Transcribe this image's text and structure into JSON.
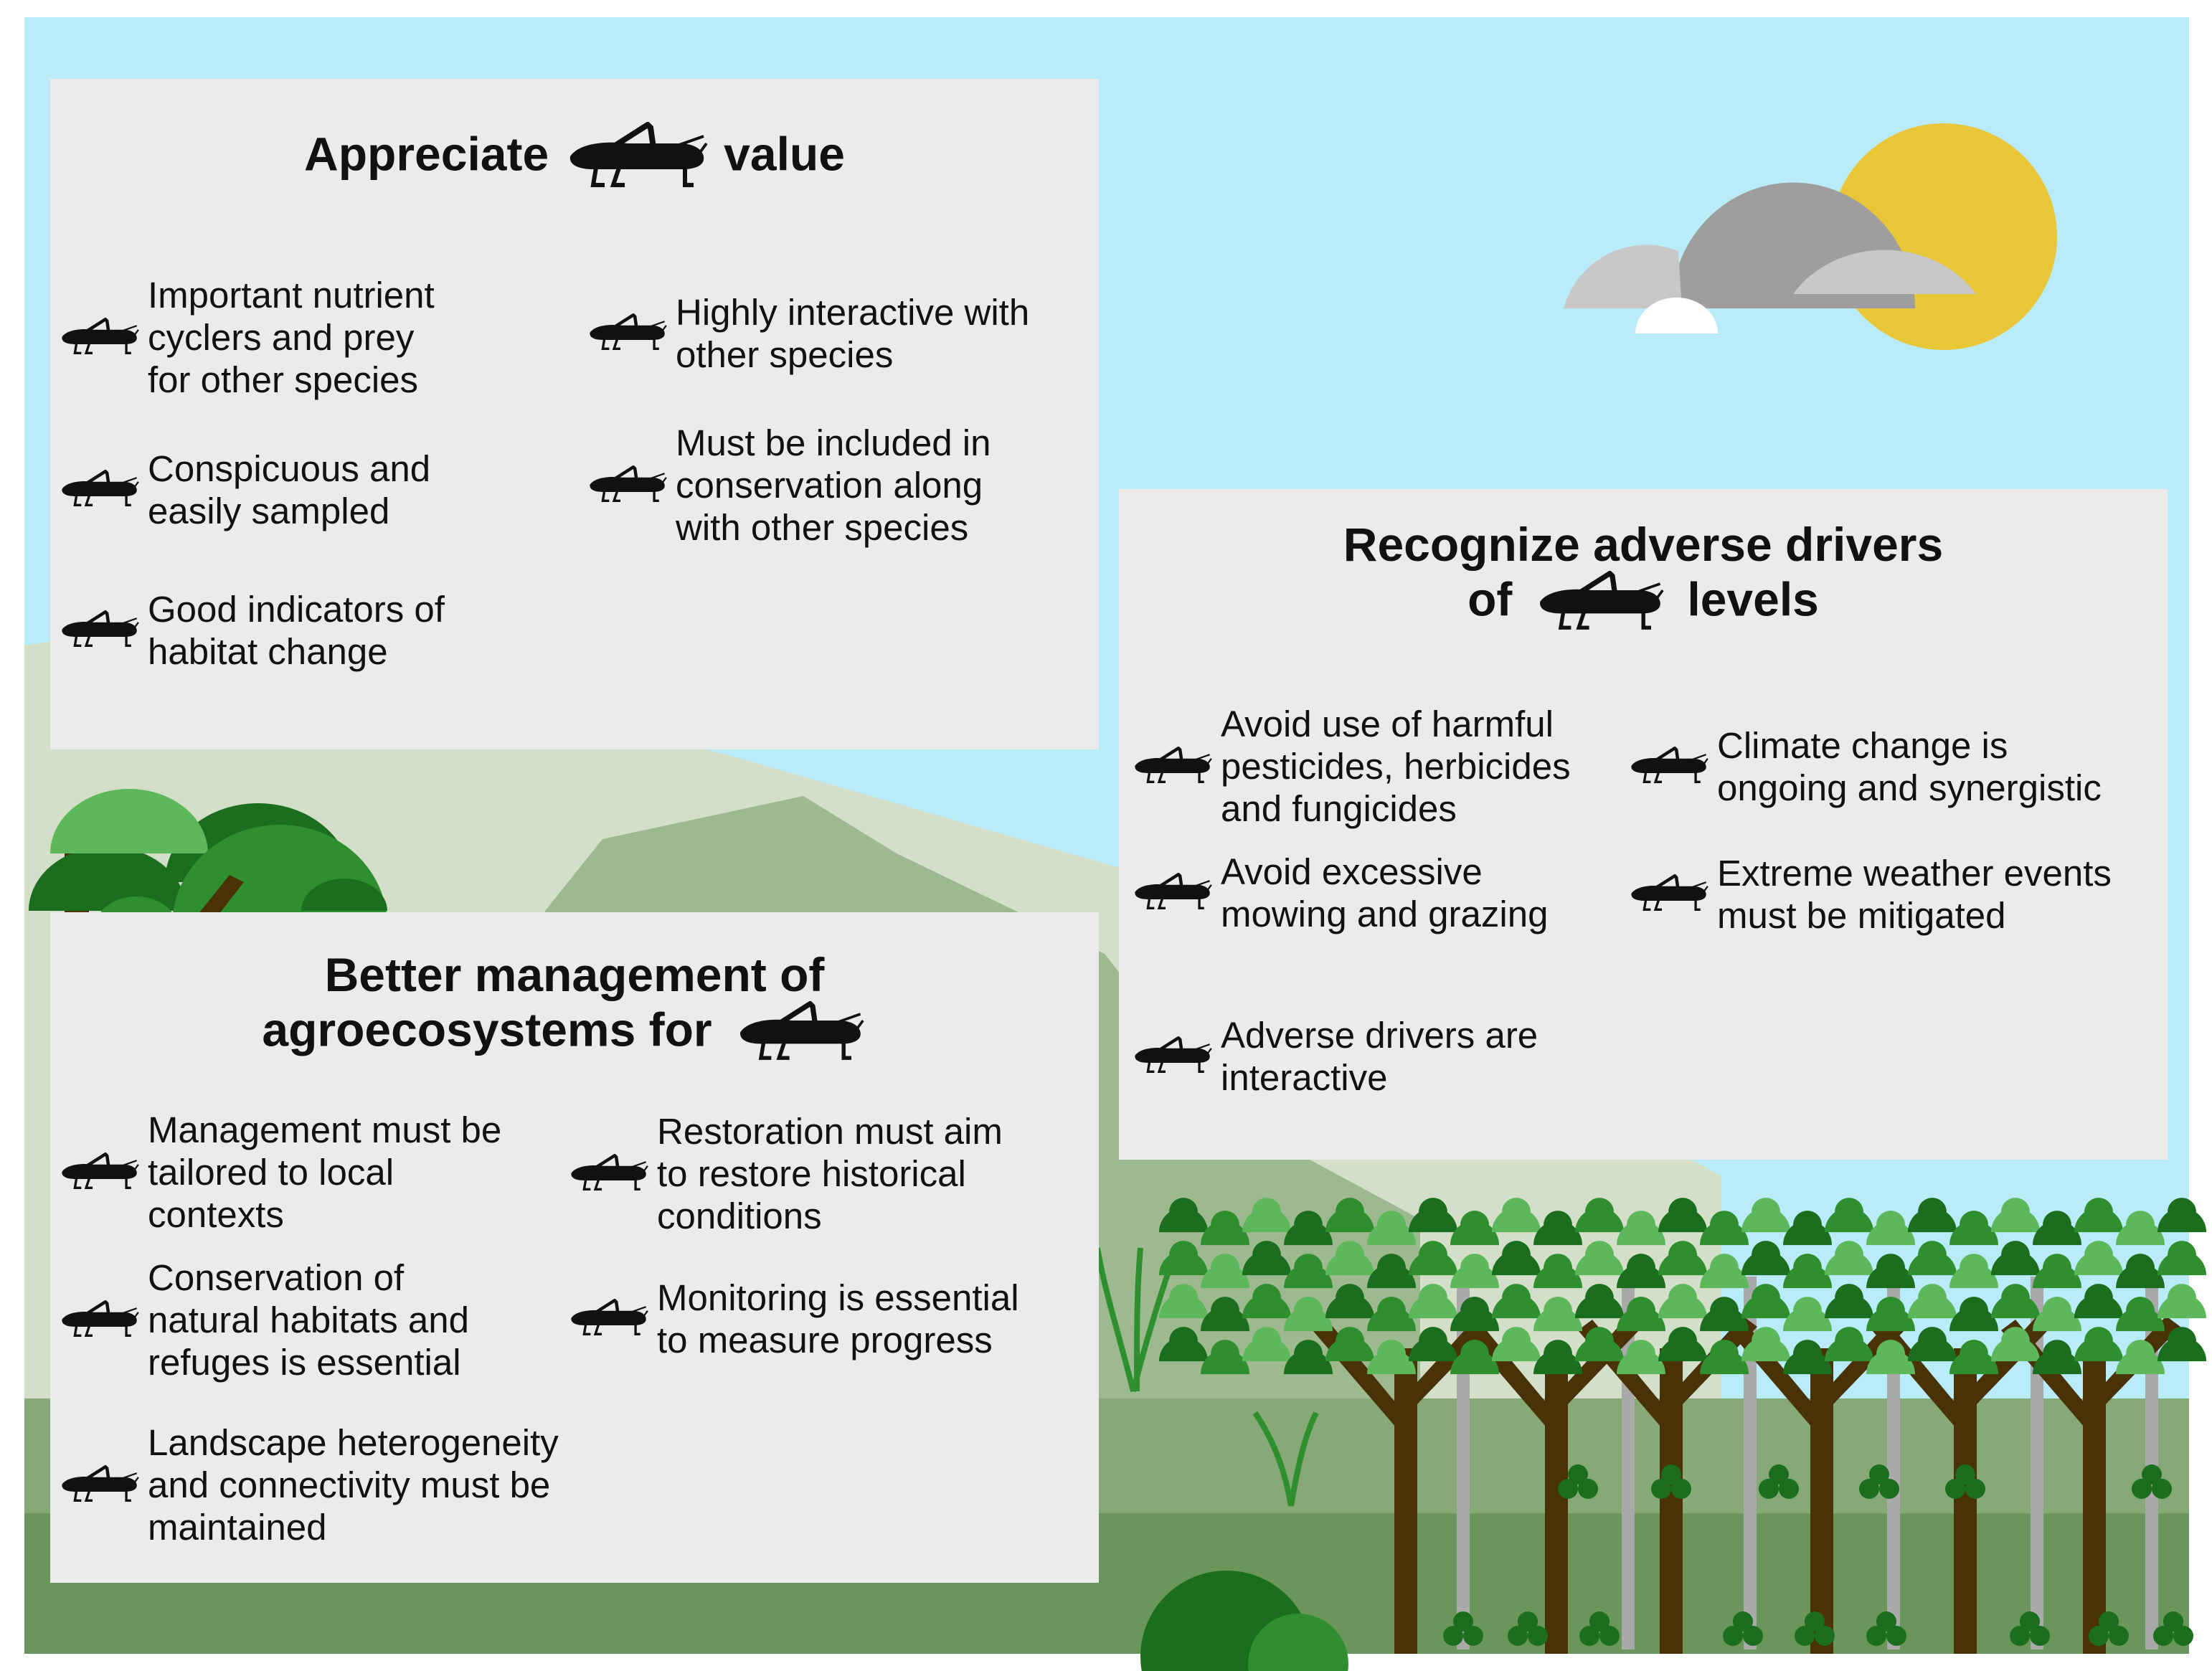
{
  "colors": {
    "sky": "#b9ecf8",
    "panel": "#ebebeb",
    "sun": "#e8c637",
    "cloud_dark": "#9e9e9e",
    "cloud_light": "#c8c8c8",
    "hill_light": "#d3dfc9",
    "hill_mid": "#9db98f",
    "ground_mid": "#86a977",
    "ground_dark": "#6a955b",
    "leaf_dark": "#1b6e1e",
    "leaf_mid": "#2f8f2f",
    "leaf_light": "#5cb85a",
    "trunk": "#4a3208",
    "pole": "#a9a9a9"
  },
  "icons": {
    "insect": "grasshopper-icon"
  },
  "panel_appreciate": {
    "title_before": "Appreciate",
    "title_after": "value",
    "items": [
      "Important nutrient\ncyclers and prey\nfor other species",
      "Highly interactive with\nother species",
      "Conspicuous and\neasily sampled",
      "Must be included in\nconservation along\nwith other species",
      "Good indicators of\nhabitat change"
    ]
  },
  "panel_drivers": {
    "title_line1": "Recognize adverse drivers",
    "title_line2_before": "of",
    "title_line2_after": "levels",
    "items": [
      "Avoid use of harmful\npesticides, herbicides\nand fungicides",
      "Climate change is\nongoing and synergistic",
      "Avoid excessive\nmowing and grazing",
      "Extreme weather events\nmust be mitigated",
      "Adverse drivers are\ninteractive"
    ]
  },
  "panel_management": {
    "title_line1": "Better management of",
    "title_line2": "agroecosystems for",
    "items": [
      "Management must be\ntailored to local\ncontexts",
      "Restoration must aim\nto restore historical\nconditions",
      "Conservation of\nnatural habitats and\nrefuges is essential",
      "Monitoring is essential\nto measure progress",
      "Landscape heterogeneity\nand connectivity must be\nmaintained"
    ]
  }
}
